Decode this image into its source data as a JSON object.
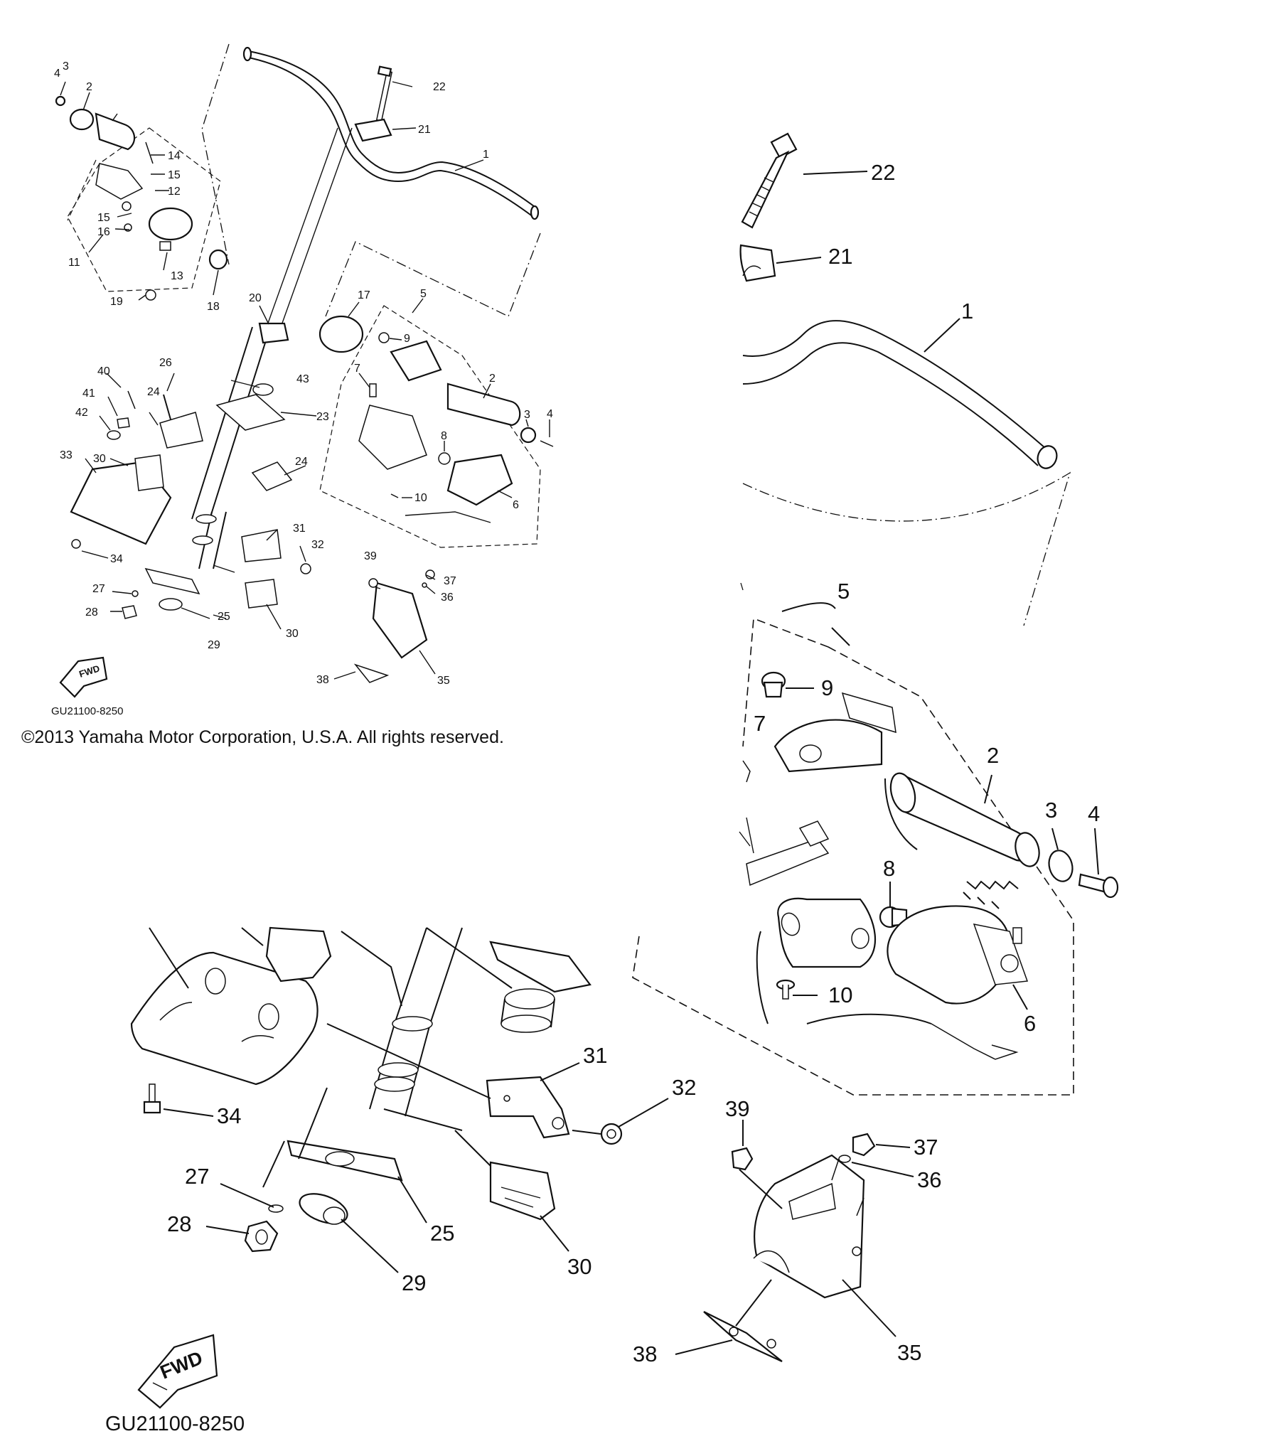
{
  "copyright": "©2013 Yamaha Motor Corporation, U.S.A. All rights reserved.",
  "diagram_code": "GU21100-8250",
  "fwd_label": "FWD",
  "overview_callouts": [
    {
      "id": "1",
      "label": "1"
    },
    {
      "id": "2",
      "label": "2"
    },
    {
      "id": "2b",
      "label": "2"
    },
    {
      "id": "3",
      "label": "3"
    },
    {
      "id": "3b",
      "label": "3"
    },
    {
      "id": "4",
      "label": "4"
    },
    {
      "id": "4b",
      "label": "4"
    },
    {
      "id": "5",
      "label": "5"
    },
    {
      "id": "6",
      "label": "6"
    },
    {
      "id": "7",
      "label": "7"
    },
    {
      "id": "8",
      "label": "8"
    },
    {
      "id": "9",
      "label": "9"
    },
    {
      "id": "10",
      "label": "10"
    },
    {
      "id": "11",
      "label": "11"
    },
    {
      "id": "12",
      "label": "12"
    },
    {
      "id": "13",
      "label": "13"
    },
    {
      "id": "14",
      "label": "14"
    },
    {
      "id": "15",
      "label": "15"
    },
    {
      "id": "15b",
      "label": "15"
    },
    {
      "id": "16",
      "label": "16"
    },
    {
      "id": "17",
      "label": "17"
    },
    {
      "id": "18",
      "label": "18"
    },
    {
      "id": "19",
      "label": "19"
    },
    {
      "id": "20",
      "label": "20"
    },
    {
      "id": "21",
      "label": "21"
    },
    {
      "id": "22",
      "label": "22"
    },
    {
      "id": "23",
      "label": "23"
    },
    {
      "id": "24",
      "label": "24"
    },
    {
      "id": "24b",
      "label": "24"
    },
    {
      "id": "25",
      "label": "25"
    },
    {
      "id": "26",
      "label": "26"
    },
    {
      "id": "27",
      "label": "27"
    },
    {
      "id": "28",
      "label": "28"
    },
    {
      "id": "29",
      "label": "29"
    },
    {
      "id": "30",
      "label": "30"
    },
    {
      "id": "30b",
      "label": "30"
    },
    {
      "id": "31",
      "label": "31"
    },
    {
      "id": "32",
      "label": "32"
    },
    {
      "id": "33",
      "label": "33"
    },
    {
      "id": "34",
      "label": "34"
    },
    {
      "id": "35",
      "label": "35"
    },
    {
      "id": "36",
      "label": "36"
    },
    {
      "id": "37",
      "label": "37"
    },
    {
      "id": "38",
      "label": "38"
    },
    {
      "id": "39",
      "label": "39"
    },
    {
      "id": "40",
      "label": "40"
    },
    {
      "id": "41",
      "label": "41"
    },
    {
      "id": "42",
      "label": "42"
    },
    {
      "id": "43",
      "label": "43"
    }
  ],
  "detail_top_callouts": [
    {
      "id": "22",
      "label": "22"
    },
    {
      "id": "21",
      "label": "21"
    },
    {
      "id": "1",
      "label": "1"
    }
  ],
  "detail_right_callouts": [
    {
      "id": "5",
      "label": "5"
    },
    {
      "id": "9",
      "label": "9"
    },
    {
      "id": "7",
      "label": "7"
    },
    {
      "id": "2",
      "label": "2"
    },
    {
      "id": "3",
      "label": "3"
    },
    {
      "id": "4",
      "label": "4"
    },
    {
      "id": "8",
      "label": "8"
    },
    {
      "id": "10",
      "label": "10"
    },
    {
      "id": "6",
      "label": "6"
    }
  ],
  "detail_bottom_callouts": [
    {
      "id": "31",
      "label": "31"
    },
    {
      "id": "32",
      "label": "32"
    },
    {
      "id": "34",
      "label": "34"
    },
    {
      "id": "27",
      "label": "27"
    },
    {
      "id": "28",
      "label": "28"
    },
    {
      "id": "25",
      "label": "25"
    },
    {
      "id": "29",
      "label": "29"
    },
    {
      "id": "30",
      "label": "30"
    },
    {
      "id": "39",
      "label": "39"
    },
    {
      "id": "37",
      "label": "37"
    },
    {
      "id": "36",
      "label": "36"
    },
    {
      "id": "38",
      "label": "38"
    },
    {
      "id": "35",
      "label": "35"
    }
  ]
}
